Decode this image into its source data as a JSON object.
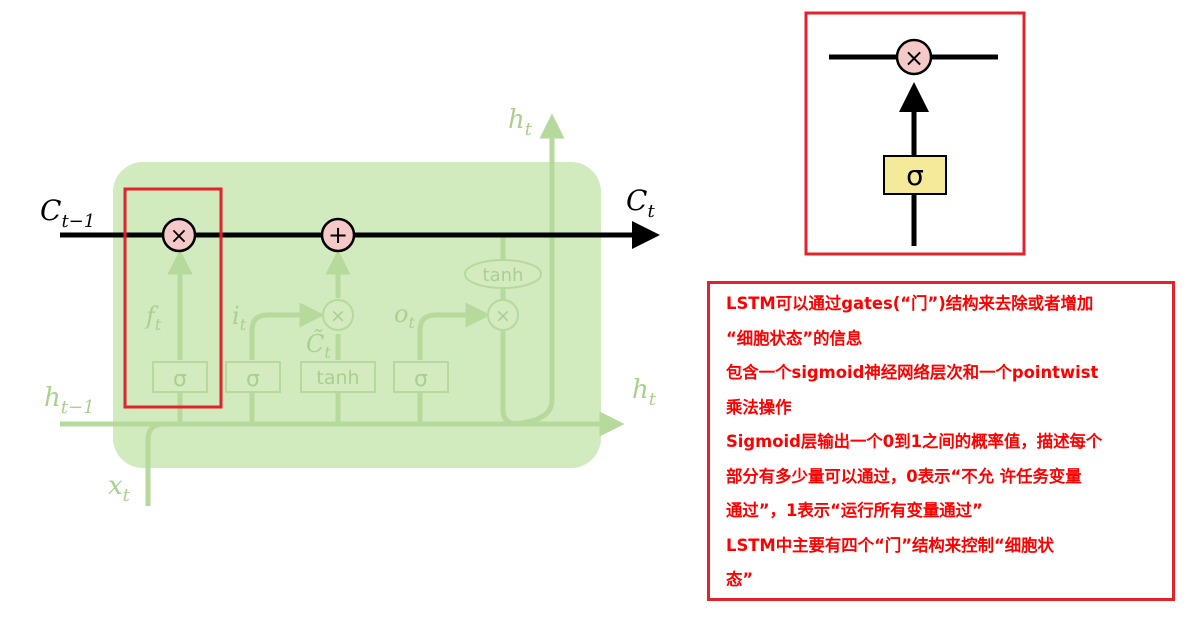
{
  "diagram": {
    "left": {
      "cell_state_in": {
        "base": "C",
        "sub": "t−1"
      },
      "cell_state_out": {
        "base": "C",
        "sub": "t"
      },
      "hidden_in": {
        "base": "h",
        "sub": "t−1"
      },
      "hidden_out_right": {
        "base": "h",
        "sub": "t"
      },
      "hidden_out_top": {
        "base": "h",
        "sub": "t"
      },
      "input": {
        "base": "x",
        "sub": "t"
      },
      "forget_gate": {
        "base": "f",
        "sub": "t"
      },
      "input_gate": {
        "base": "i",
        "sub": "t"
      },
      "candidate": {
        "base": "C̃",
        "sub": "t"
      },
      "output_gate": {
        "base": "o",
        "sub": "t"
      },
      "multiply_symbol": "×",
      "add_symbol": "+",
      "sigma_symbol": "σ",
      "tanh_label": "tanh"
    },
    "right": {
      "multiply_symbol": "×",
      "sigma_symbol": "σ"
    },
    "colors": {
      "cell_fill": "#c9e6b3",
      "faded_lines": "#b6d99c",
      "highlight": "#e3222c",
      "pointwise_fill": "#f6c9c9",
      "sigma_box_fill": "#f5e99a"
    }
  },
  "notes": {
    "lines": [
      "LSTM可以通过gates(“门”)结构来去除或者增加",
      "“细胞状态”的信息",
      "包含一个sigmoid神经网络层次和一个pointwist",
      "乘法操作",
      "Sigmoid层输出一个0到1之间的概率值，描述每个",
      "部分有多少量可以通过，0表示“不允 许任务变量",
      "通过”，1表示“运行所有变量通过”",
      "LSTM中主要有四个“门”结构来控制“细胞状",
      "态”"
    ]
  }
}
